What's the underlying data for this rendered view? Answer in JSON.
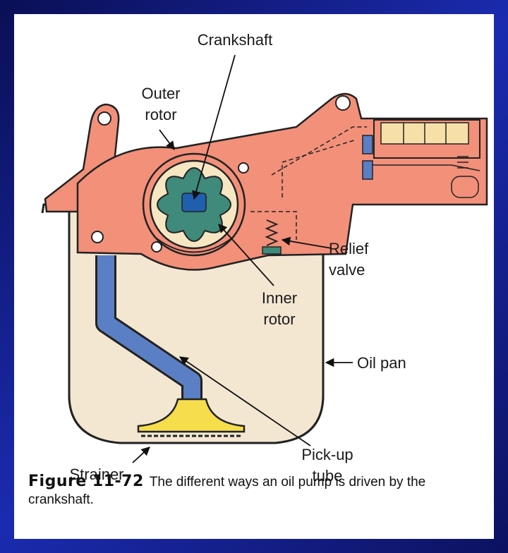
{
  "labels": {
    "crankshaft": "Crankshaft",
    "outer_rotor": "Outer\nrotor",
    "relief_valve": "Relief\nvalve",
    "inner_rotor": "Inner\nrotor",
    "oil_pan": "Oil pan",
    "pickup_tube": "Pick-up\ntube",
    "strainer": "Strainer"
  },
  "caption": {
    "figure_number": "Figure 11-72",
    "text": "The different ways an oil pump is driven by the crankshaft."
  },
  "colors": {
    "pump_body": "#f2907a",
    "pan_fill": "#f3e7d1",
    "pickup_tube": "#5b7fc4",
    "strainer": "#f6dd4c",
    "inner_rotor": "#3f8a7a",
    "crankshaft": "#1f5fae",
    "outline": "#222222"
  }
}
